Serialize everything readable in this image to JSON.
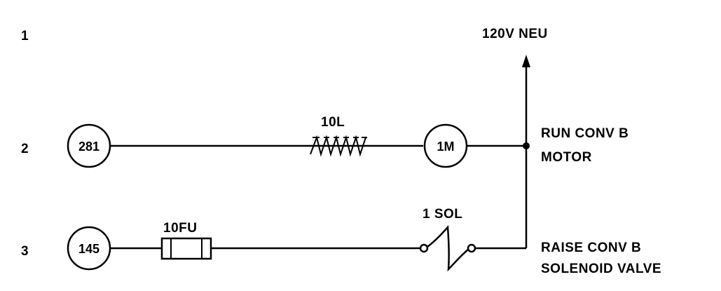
{
  "rungs": {
    "r1": "1",
    "r2": "2",
    "r3": "3"
  },
  "supply": {
    "label": "120V NEU"
  },
  "rung2": {
    "wire_number": "281",
    "contact_label": "10L",
    "coil_label": "1M",
    "description_line1": "RUN CONV B",
    "description_line2": "MOTOR"
  },
  "rung3": {
    "wire_number": "145",
    "fuse_label": "10FU",
    "solenoid_label": "1 SOL",
    "description_line1": "RAISE CONV B",
    "description_line2": "SOLENOID VALVE"
  }
}
